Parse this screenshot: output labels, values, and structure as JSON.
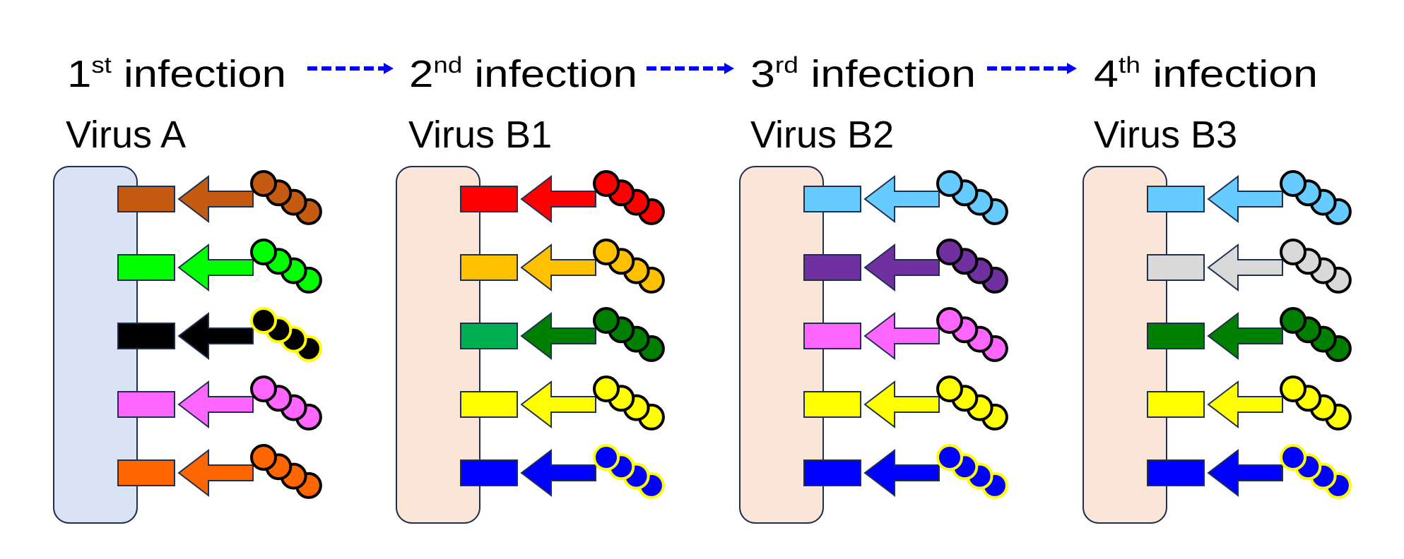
{
  "stages": [
    {
      "num": "1",
      "suffix": "st",
      "word": " infection",
      "virus": "Virus A",
      "cell_color": "#DAE3F3",
      "rows": [
        {
          "receptor": "#C55A11",
          "arrow": "#C55A11",
          "glycan": "#C55A11",
          "outline": "#000000"
        },
        {
          "receptor": "#00FF00",
          "arrow": "#00FF00",
          "glycan": "#00FF00",
          "outline": "#000000"
        },
        {
          "receptor": "#000000",
          "arrow": "#000000",
          "glycan": "#000000",
          "outline": "#FFFF00"
        },
        {
          "receptor": "#FF66FF",
          "arrow": "#FF66FF",
          "glycan": "#FF66FF",
          "outline": "#000000"
        },
        {
          "receptor": "#FF6600",
          "arrow": "#FF6600",
          "glycan": "#FF6600",
          "outline": "#000000"
        }
      ]
    },
    {
      "num": "2",
      "suffix": "nd",
      "word": " infection",
      "virus": "Virus B1",
      "cell_color": "#FBE5D6",
      "rows": [
        {
          "receptor": "#FF0000",
          "arrow": "#FF0000",
          "glycan": "#FF0000",
          "outline": "#000000"
        },
        {
          "receptor": "#FFC000",
          "arrow": "#FFC000",
          "glycan": "#FFC000",
          "outline": "#000000"
        },
        {
          "receptor": "#00B050",
          "arrow": "#008000",
          "glycan": "#008000",
          "outline": "#000000"
        },
        {
          "receptor": "#FFFF00",
          "arrow": "#FFFF00",
          "glycan": "#FFFF00",
          "outline": "#000000"
        },
        {
          "receptor": "#0000FF",
          "arrow": "#0000FF",
          "glycan": "#0000FF",
          "outline": "#FFFF00"
        }
      ]
    },
    {
      "num": "3",
      "suffix": "rd",
      "word": " infection",
      "virus": "Virus B2",
      "cell_color": "#FBE5D6",
      "rows": [
        {
          "receptor": "#66CCFF",
          "arrow": "#66CCFF",
          "glycan": "#66CCFF",
          "outline": "#000000"
        },
        {
          "receptor": "#7030A0",
          "arrow": "#7030A0",
          "glycan": "#7030A0",
          "outline": "#000000"
        },
        {
          "receptor": "#FF66FF",
          "arrow": "#FF66FF",
          "glycan": "#FF66FF",
          "outline": "#000000"
        },
        {
          "receptor": "#FFFF00",
          "arrow": "#FFFF00",
          "glycan": "#FFFF00",
          "outline": "#000000"
        },
        {
          "receptor": "#0000FF",
          "arrow": "#0000FF",
          "glycan": "#0000FF",
          "outline": "#FFFF00"
        }
      ]
    },
    {
      "num": "4",
      "suffix": "th",
      "word": " infection",
      "virus": "Virus B3",
      "cell_color": "#FBE5D6",
      "rows": [
        {
          "receptor": "#66CCFF",
          "arrow": "#66CCFF",
          "glycan": "#66CCFF",
          "outline": "#000000"
        },
        {
          "receptor": "#D9D9D9",
          "arrow": "#D9D9D9",
          "glycan": "#D9D9D9",
          "outline": "#000000"
        },
        {
          "receptor": "#008000",
          "arrow": "#008000",
          "glycan": "#008000",
          "outline": "#000000"
        },
        {
          "receptor": "#FFFF00",
          "arrow": "#FFFF00",
          "glycan": "#FFFF00",
          "outline": "#000000"
        },
        {
          "receptor": "#0000FF",
          "arrow": "#0000FF",
          "glycan": "#0000FF",
          "outline": "#FFFF00"
        }
      ]
    }
  ],
  "connector_color": "#0000FF"
}
